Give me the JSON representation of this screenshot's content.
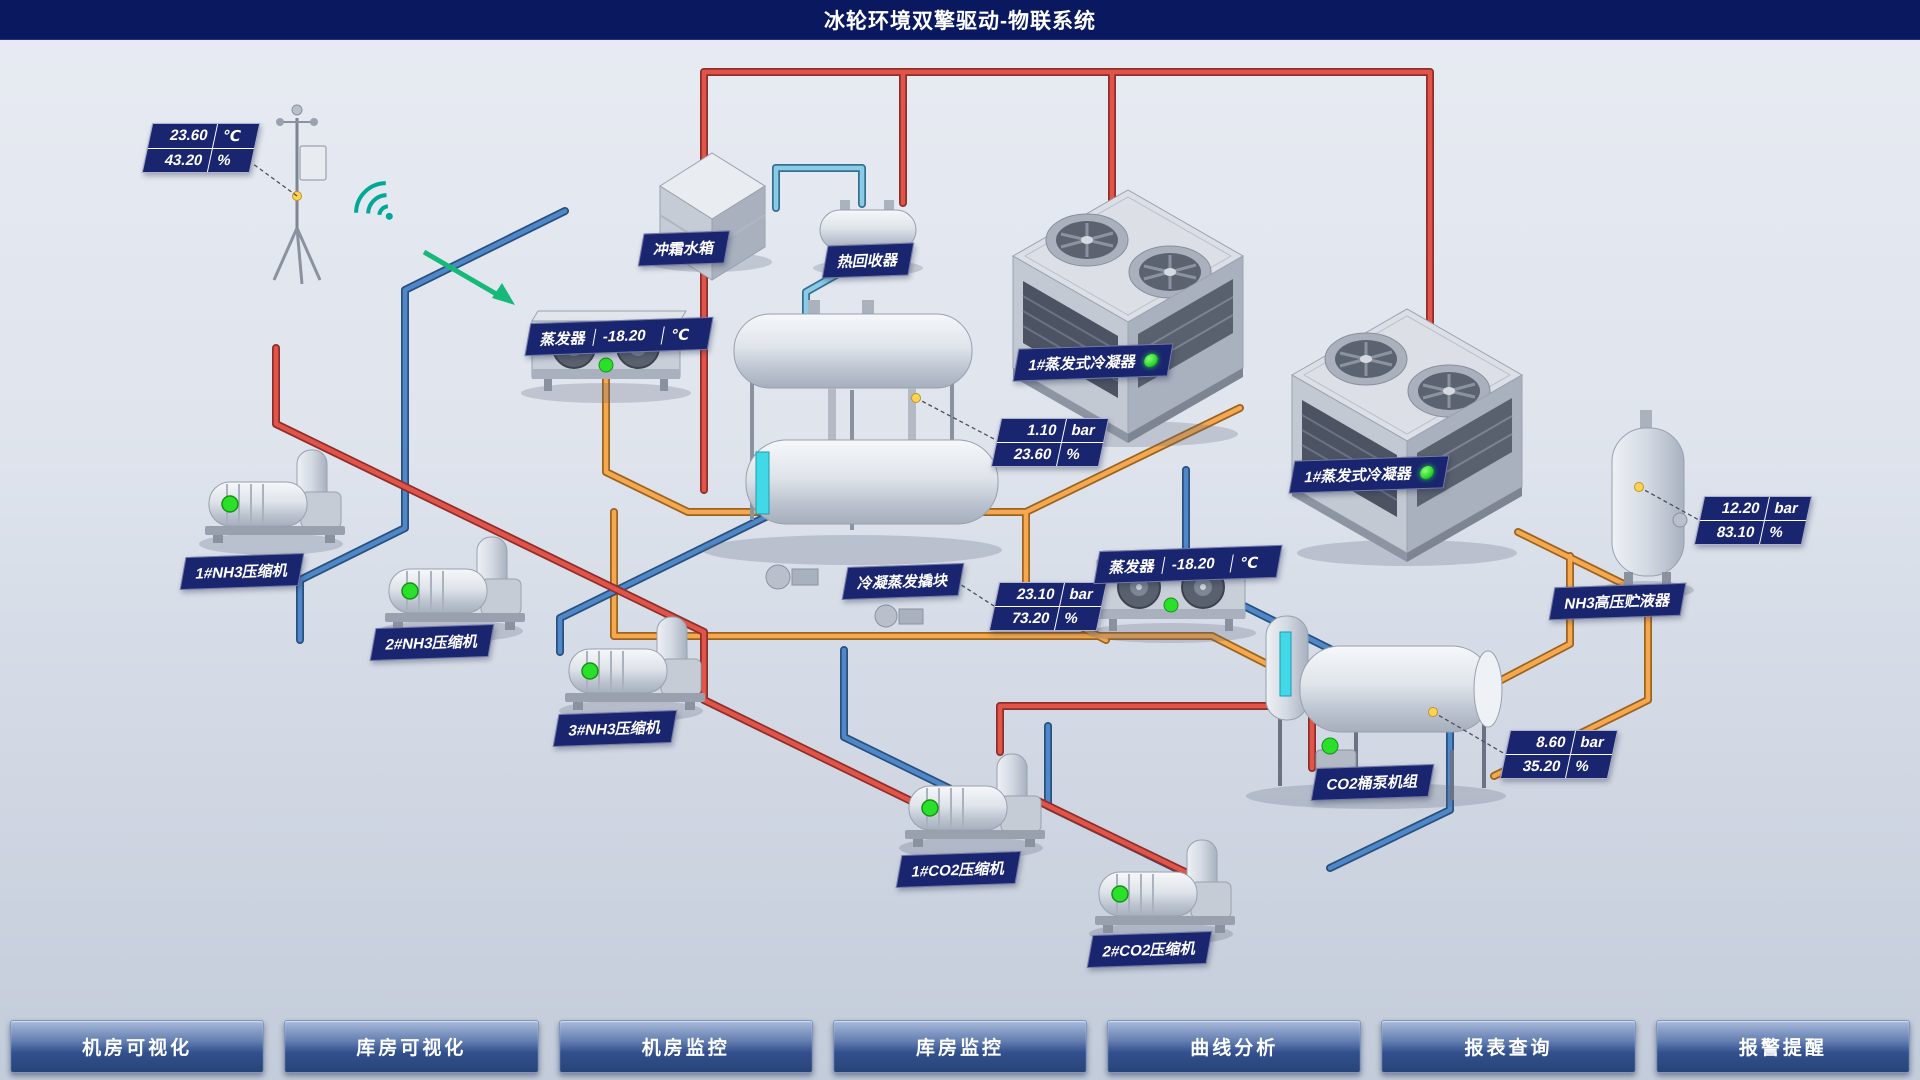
{
  "header": {
    "title": "冰轮环境双擎驱动-物联系统"
  },
  "weather_station": {
    "temperature": "23.60",
    "temperature_unit": "℃",
    "humidity": "43.20",
    "humidity_unit": "%"
  },
  "equipment": {
    "defrost_tank": {
      "label": "冲霜水箱"
    },
    "heat_recovery": {
      "label": "热回收器"
    },
    "evaporator_left": {
      "label": "蒸发器",
      "value": "-18.20",
      "unit": "℃"
    },
    "condenser_1": {
      "label": "1#蒸发式冷凝器"
    },
    "condenser_2": {
      "label": "1#蒸发式冷凝器"
    },
    "skid": {
      "label": "冷凝蒸发撬块"
    },
    "nh3_compressor_1": {
      "label": "1#NH3压缩机"
    },
    "nh3_compressor_2": {
      "label": "2#NH3压缩机"
    },
    "nh3_compressor_3": {
      "label": "3#NH3压缩机"
    },
    "evaporator_right": {
      "label": "蒸发器",
      "value": "-18.20",
      "unit": "℃"
    },
    "nh3_receiver": {
      "label": "NH3高压贮液器"
    },
    "co2_pump_unit": {
      "label": "CO2桶泵机组"
    },
    "co2_compressor_1": {
      "label": "1#CO2压缩机"
    },
    "co2_compressor_2": {
      "label": "2#CO2压缩机"
    }
  },
  "readouts": {
    "vessel_top": {
      "pressure": "1.10",
      "pressure_unit": "bar",
      "level": "23.60",
      "level_unit": "%"
    },
    "skid": {
      "pressure": "23.10",
      "pressure_unit": "bar",
      "level": "73.20",
      "level_unit": "%"
    },
    "nh3_receiver": {
      "pressure": "12.20",
      "pressure_unit": "bar",
      "level": "83.10",
      "level_unit": "%"
    },
    "co2_pump_unit": {
      "pressure": "8.60",
      "pressure_unit": "bar",
      "level": "35.20",
      "level_unit": "%"
    }
  },
  "nav": {
    "items": [
      {
        "label": "机房可视化"
      },
      {
        "label": "库房可视化"
      },
      {
        "label": "机房监控"
      },
      {
        "label": "库房监控"
      },
      {
        "label": "曲线分析"
      },
      {
        "label": "报表查询"
      },
      {
        "label": "报警提醒"
      }
    ]
  }
}
